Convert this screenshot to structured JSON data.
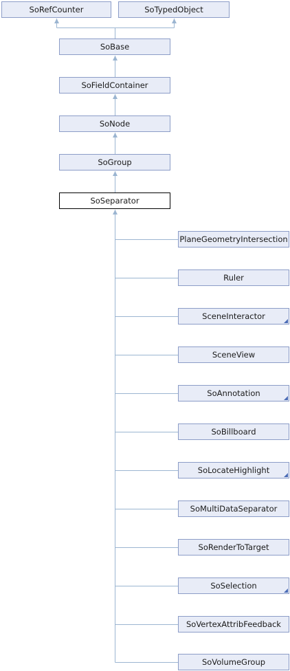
{
  "diagram": {
    "type": "inheritance",
    "colors": {
      "node_fill": "#e8ecf7",
      "node_border": "#8b9cc7",
      "current_fill": "#ffffff",
      "current_border": "#000000",
      "edge": "#9bb5d1"
    },
    "nodes": {
      "so_ref_counter": {
        "label": "SoRefCounter"
      },
      "so_typed_object": {
        "label": "SoTypedObject"
      },
      "so_base": {
        "label": "SoBase"
      },
      "so_field_container": {
        "label": "SoFieldContainer"
      },
      "so_node": {
        "label": "SoNode"
      },
      "so_group": {
        "label": "SoGroup"
      },
      "so_separator": {
        "label": "SoSeparator",
        "current": true
      },
      "plane_geometry_intersection": {
        "label": "PlaneGeometryIntersection"
      },
      "ruler": {
        "label": "Ruler"
      },
      "scene_interactor": {
        "label": "SceneInteractor",
        "has_subclasses": true
      },
      "scene_view": {
        "label": "SceneView"
      },
      "so_annotation": {
        "label": "SoAnnotation",
        "has_subclasses": true
      },
      "so_billboard": {
        "label": "SoBillboard"
      },
      "so_locate_highlight": {
        "label": "SoLocateHighlight",
        "has_subclasses": true
      },
      "so_multi_data_separator": {
        "label": "SoMultiDataSeparator"
      },
      "so_render_to_target": {
        "label": "SoRenderToTarget"
      },
      "so_selection": {
        "label": "SoSelection",
        "has_subclasses": true
      },
      "so_vertex_attrib_feedback": {
        "label": "SoVertexAttribFeedback"
      },
      "so_volume_group": {
        "label": "SoVolumeGroup"
      }
    }
  }
}
